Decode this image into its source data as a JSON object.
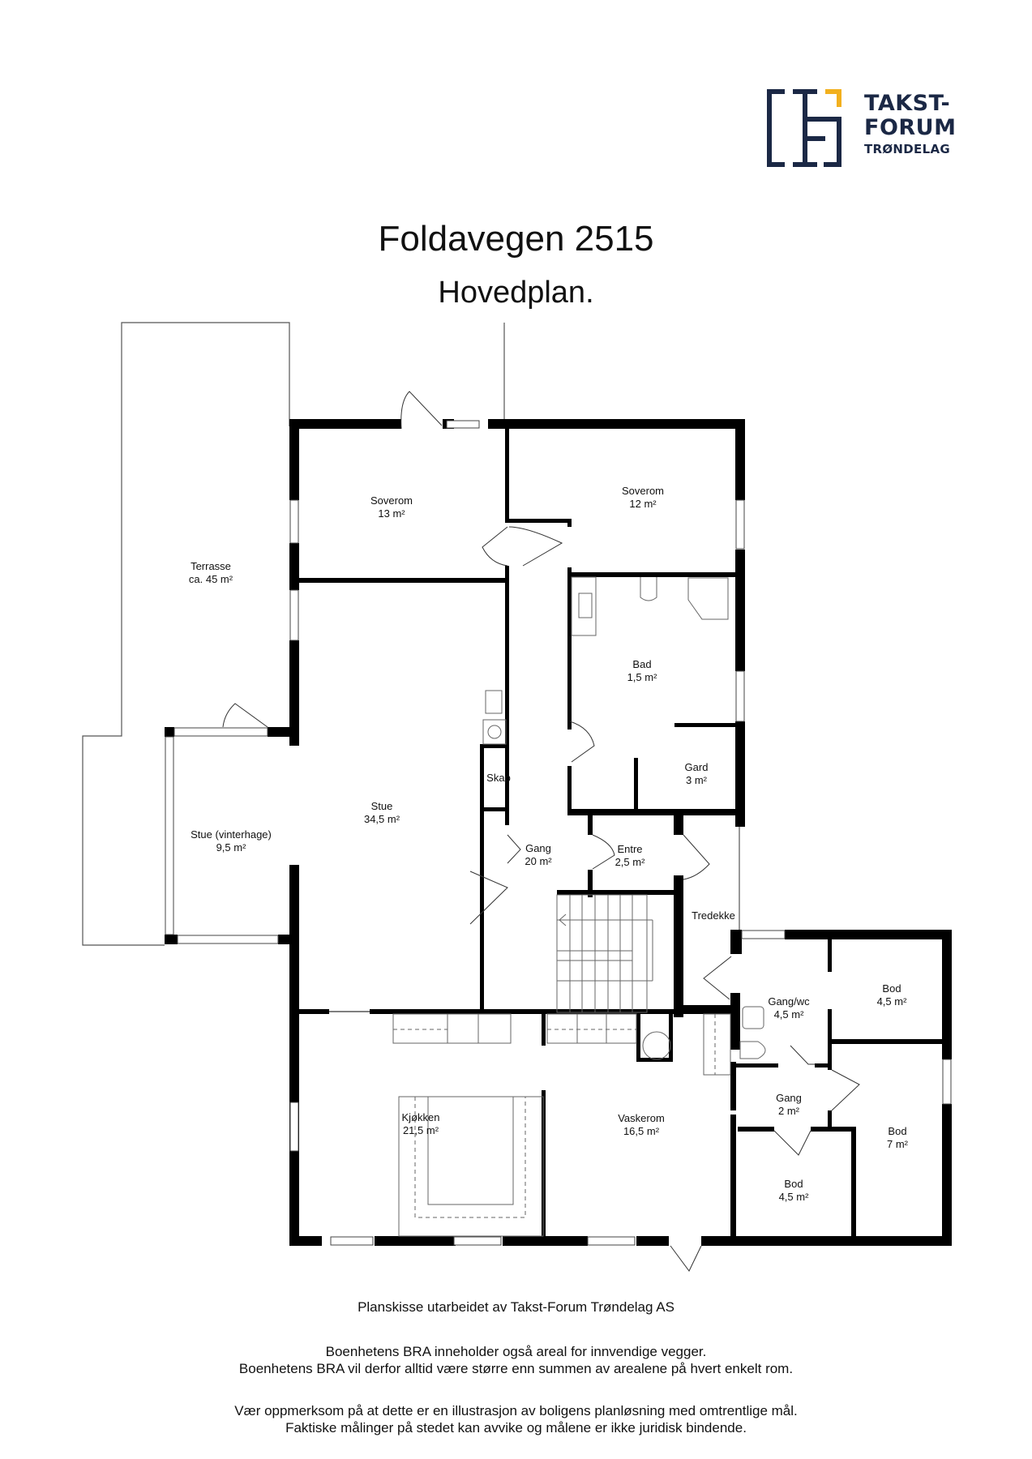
{
  "logo": {
    "line1": "TAKST-",
    "line2": "FORUM",
    "line3": "TRØNDELAG",
    "colors": {
      "navy": "#1b2845",
      "accent": "#f2b01e"
    }
  },
  "header": {
    "title": "Foldavegen 2515",
    "subtitle": "Hovedplan."
  },
  "rooms": {
    "terrasse": {
      "name": "Terrasse",
      "area": "ca. 45 m²"
    },
    "soverom13": {
      "name": "Soverom",
      "area": "13 m²"
    },
    "soverom12": {
      "name": "Soverom",
      "area": "12 m²"
    },
    "bad": {
      "name": "Bad",
      "area": "1,5 m²"
    },
    "gard": {
      "name": "Gard",
      "area": "3 m²"
    },
    "skap": {
      "name": "Skap"
    },
    "stue": {
      "name": "Stue",
      "area": "34,5 m²"
    },
    "vinterhage": {
      "name": "Stue (vinterhage)",
      "area": "9,5 m²"
    },
    "gang20": {
      "name": "Gang",
      "area": "20 m²"
    },
    "entre": {
      "name": "Entre",
      "area": "2,5 m²"
    },
    "tredekke": {
      "name": "Tredekke"
    },
    "gangwc": {
      "name": "Gang/wc",
      "area": "4,5 m²"
    },
    "bod_top": {
      "name": "Bod",
      "area": "4,5 m²"
    },
    "gang2": {
      "name": "Gang",
      "area": "2 m²"
    },
    "bod7": {
      "name": "Bod",
      "area": "7 m²"
    },
    "bod_bottom": {
      "name": "Bod",
      "area": "4,5 m²"
    },
    "kjokken": {
      "name": "Kjøkken",
      "area": "21,5 m²"
    },
    "vaskerom": {
      "name": "Vaskerom",
      "area": "16,5 m²"
    }
  },
  "footer": {
    "credit": "Planskisse utarbeidet av Takst-Forum Trøndelag AS",
    "bra_note_1": "Boenhetens BRA inneholder også areal for innvendige vegger.",
    "bra_note_2": "Boenhetens BRA vil derfor alltid være større enn summen av arealene på hvert enkelt rom.",
    "disclaimer_1": "Vær oppmerksom på at dette er en illustrasjon av boligens planløsning med omtrentlige mål.",
    "disclaimer_2": "Faktiske målinger på stedet kan avvike og målene er ikke juridisk bindende."
  }
}
